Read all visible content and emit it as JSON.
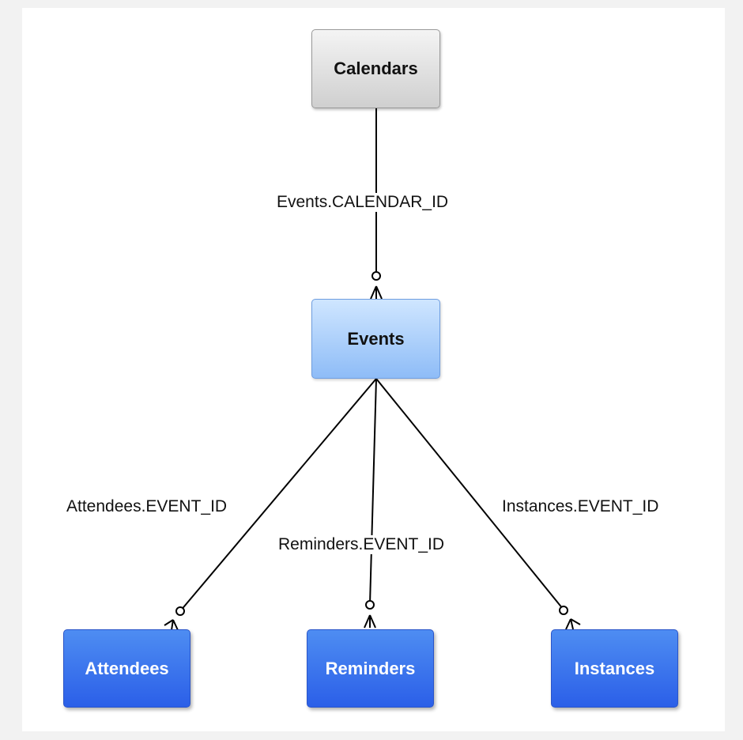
{
  "nodes": {
    "calendars": {
      "label": "Calendars",
      "color": "#d9d9d9"
    },
    "events": {
      "label": "Events",
      "color": "#a9cff9"
    },
    "attendees": {
      "label": "Attendees",
      "color": "#3b73ee"
    },
    "reminders": {
      "label": "Reminders",
      "color": "#3b73ee"
    },
    "instances": {
      "label": "Instances",
      "color": "#3b73ee"
    }
  },
  "edges": {
    "calendar_events": {
      "from": "calendars",
      "to": "events",
      "label": "Events.CALENDAR_ID",
      "cardinality": "zero-or-many"
    },
    "events_attendees": {
      "from": "events",
      "to": "attendees",
      "label": "Attendees.EVENT_ID",
      "cardinality": "zero-or-many"
    },
    "events_reminders": {
      "from": "events",
      "to": "reminders",
      "label": "Reminders.EVENT_ID",
      "cardinality": "zero-or-many"
    },
    "events_instances": {
      "from": "events",
      "to": "instances",
      "label": "Instances.EVENT_ID",
      "cardinality": "zero-or-many"
    }
  }
}
